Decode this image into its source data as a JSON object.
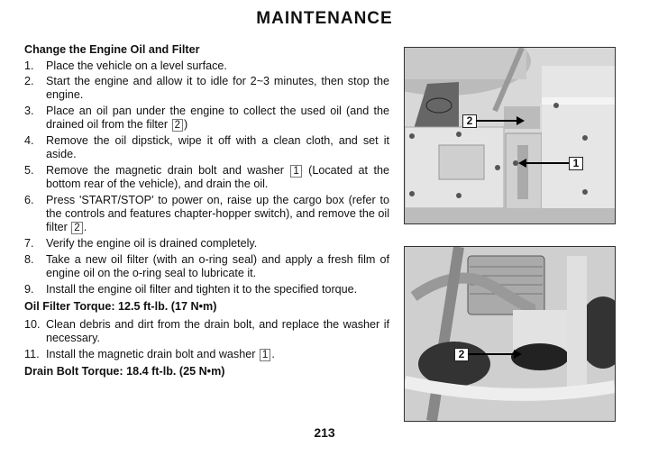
{
  "header": {
    "title": "MAINTENANCE"
  },
  "section_heading": "Change the Engine Oil and Filter",
  "steps": [
    {
      "num": "1.",
      "before": "Place the vehicle on a level surface.",
      "ref": null,
      "after": ""
    },
    {
      "num": "2.",
      "before": "Start the engine and allow it to idle for 2~3 minutes, then stop the engine.",
      "ref": null,
      "after": ""
    },
    {
      "num": "3.",
      "before": "Place an oil pan under the engine to collect the used oil (and the drained oil from the filter ",
      "ref": "2",
      "after": ")"
    },
    {
      "num": "4.",
      "before": "Remove the oil dipstick, wipe it off with a clean cloth, and set it aside.",
      "ref": null,
      "after": ""
    },
    {
      "num": "5.",
      "before": "Remove the magnetic drain bolt and washer ",
      "ref": "1",
      "after": " (Located at the bottom rear of the vehicle), and drain the oil."
    },
    {
      "num": "6.",
      "before": "Press 'START/STOP' to power on, raise up the cargo box (refer to the controls and features chapter-hopper switch), and remove the oil filter ",
      "ref": "2",
      "after": "."
    },
    {
      "num": "7.",
      "before": "Verify the engine oil is drained completely.",
      "ref": null,
      "after": ""
    },
    {
      "num": "8.",
      "before": "Take a new oil filter (with an o-ring seal) and apply a fresh film of engine oil on the o-ring seal to lubricate it.",
      "ref": null,
      "after": ""
    },
    {
      "num": "9.",
      "before": "Install the engine oil filter and tighten it to the specified torque.",
      "ref": null,
      "after": ""
    },
    {
      "num": "10.",
      "before": "Clean debris and dirt from the drain bolt, and replace the washer if necessary.",
      "ref": null,
      "after": ""
    },
    {
      "num": "11.",
      "before": "Install the magnetic drain bolt and washer ",
      "ref": "1",
      "after": "."
    }
  ],
  "oil_filter_torque": "Oil Filter Torque: 12.5 ft-lb. (17 N•m)",
  "drain_bolt_torque": "Drain Bolt Torque: 18.4 ft-lb. (25 N•m)",
  "figures": {
    "top": {
      "callouts": [
        "2",
        "1"
      ]
    },
    "bottom": {
      "callouts": [
        "2"
      ]
    }
  },
  "page_number": "213"
}
